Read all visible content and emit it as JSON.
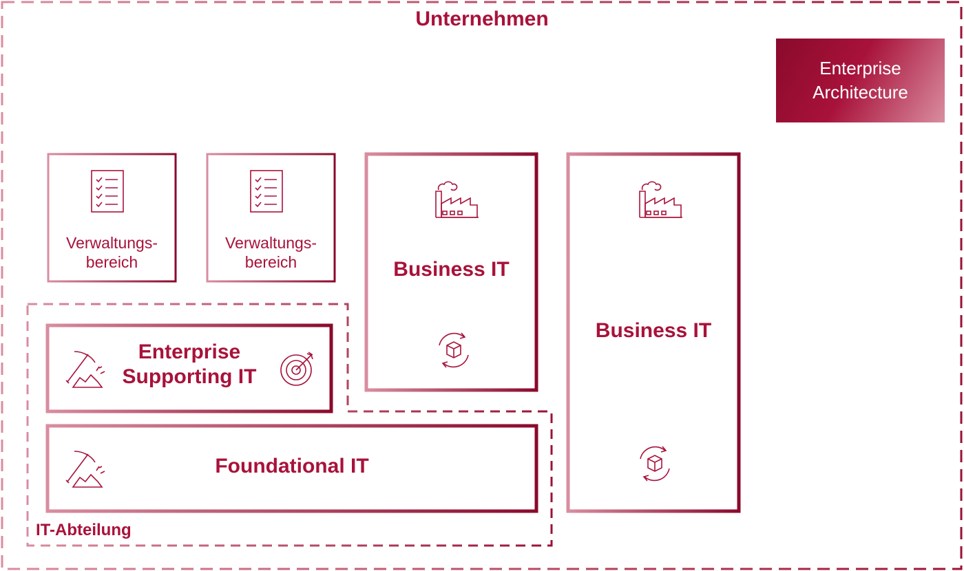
{
  "colors": {
    "accent": "#a8123a",
    "accent_dark": "#8a0a2c",
    "accent_light": "#d98da0"
  },
  "diagram": {
    "company_label": "Unternehmen",
    "enterprise_architecture_line1": "Enterprise",
    "enterprise_architecture_line2": "Architecture",
    "admin_area_1_line1": "Verwaltungs-",
    "admin_area_1_line2": "bereich",
    "admin_area_2_line1": "Verwaltungs-",
    "admin_area_2_line2": "bereich",
    "business_it_1": "Business IT",
    "business_it_2": "Business IT",
    "enterprise_supporting_line1": "Enterprise",
    "enterprise_supporting_line2": "Supporting IT",
    "foundational_it": "Foundational IT",
    "it_department_label": "IT-Abteilung"
  },
  "icons": {
    "checklist": "checklist-icon",
    "factory": "factory-icon",
    "cycle_box": "cycle-box-icon",
    "pickaxe": "pickaxe-icon",
    "target": "target-icon"
  }
}
